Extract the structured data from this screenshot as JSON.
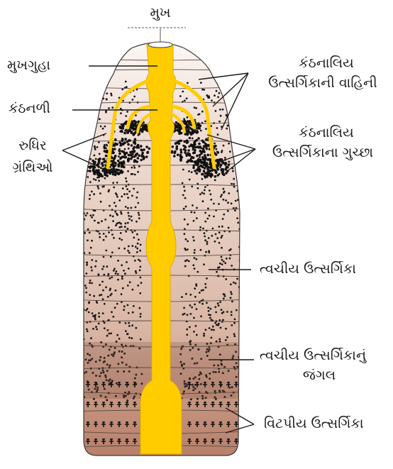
{
  "labels": {
    "mouth": "મુખ",
    "buccal_cavity": "મુખગુહા",
    "pharynx": "કંઠનળી",
    "blood_glands_1": "રુધિર",
    "blood_glands_2": "ગ્રંથિઓ",
    "pharyngeal_duct_1": "કંઠનાલિય",
    "pharyngeal_duct_2": "ઉત્સર્ગિકાની વાહિની",
    "pharyngeal_tuft_1": "કંઠનાલિય",
    "pharyngeal_tuft_2": "ઉત્સર્ગિકાના ગુચ્છા",
    "integumentary": "ત્વચીય ઉત્સર્ગિકા",
    "forest_1": "ત્વચીય ઉત્સર્ગિકાનું",
    "forest_2": "જંગલ",
    "septal": "વિટપીય ઉત્સર્ગિકા"
  },
  "colors": {
    "gut": "#FFCC00",
    "body_light": "#F6EDE8",
    "body_mid": "#E2C6B8",
    "body_dark": "#C9A191",
    "body_base": "#B9806C",
    "dots": "#1a1a1a",
    "outline": "#3a3a3a"
  }
}
